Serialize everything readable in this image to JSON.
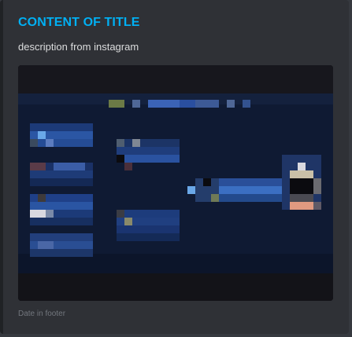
{
  "embed": {
    "title": "CONTENT OF TITLE",
    "description": "description from instagram",
    "footer": "Date in footer",
    "accent_color": "#00b0f4",
    "image_description": "pixelated preview of a dark blue interface"
  }
}
